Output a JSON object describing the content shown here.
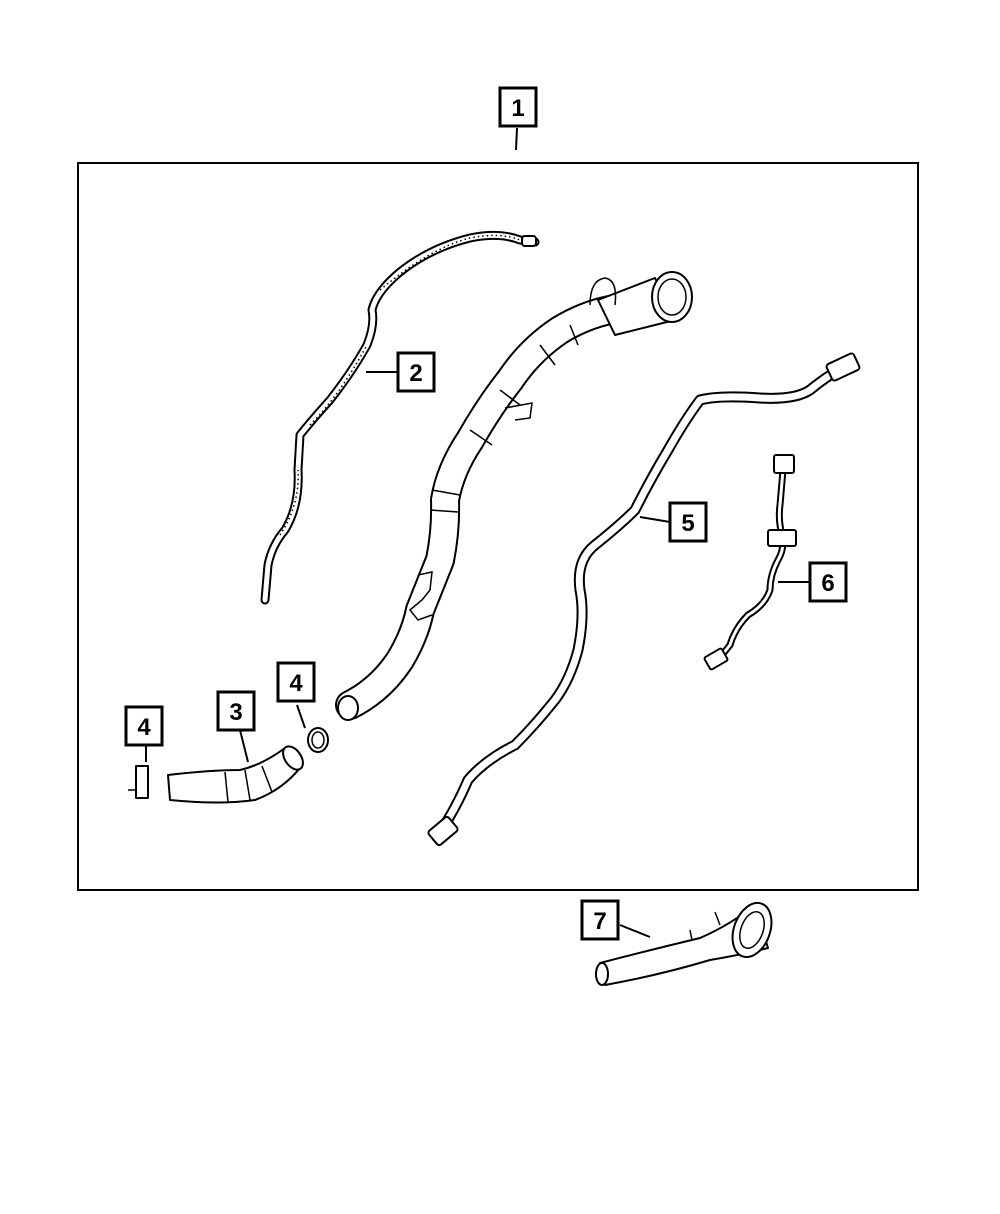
{
  "callouts": {
    "c1": "1",
    "c2": "2",
    "c3": "3",
    "c4a": "4",
    "c4b": "4",
    "c5": "5",
    "c6": "6",
    "c7": "7"
  },
  "colors": {
    "line": "#000000",
    "background": "#ffffff"
  }
}
